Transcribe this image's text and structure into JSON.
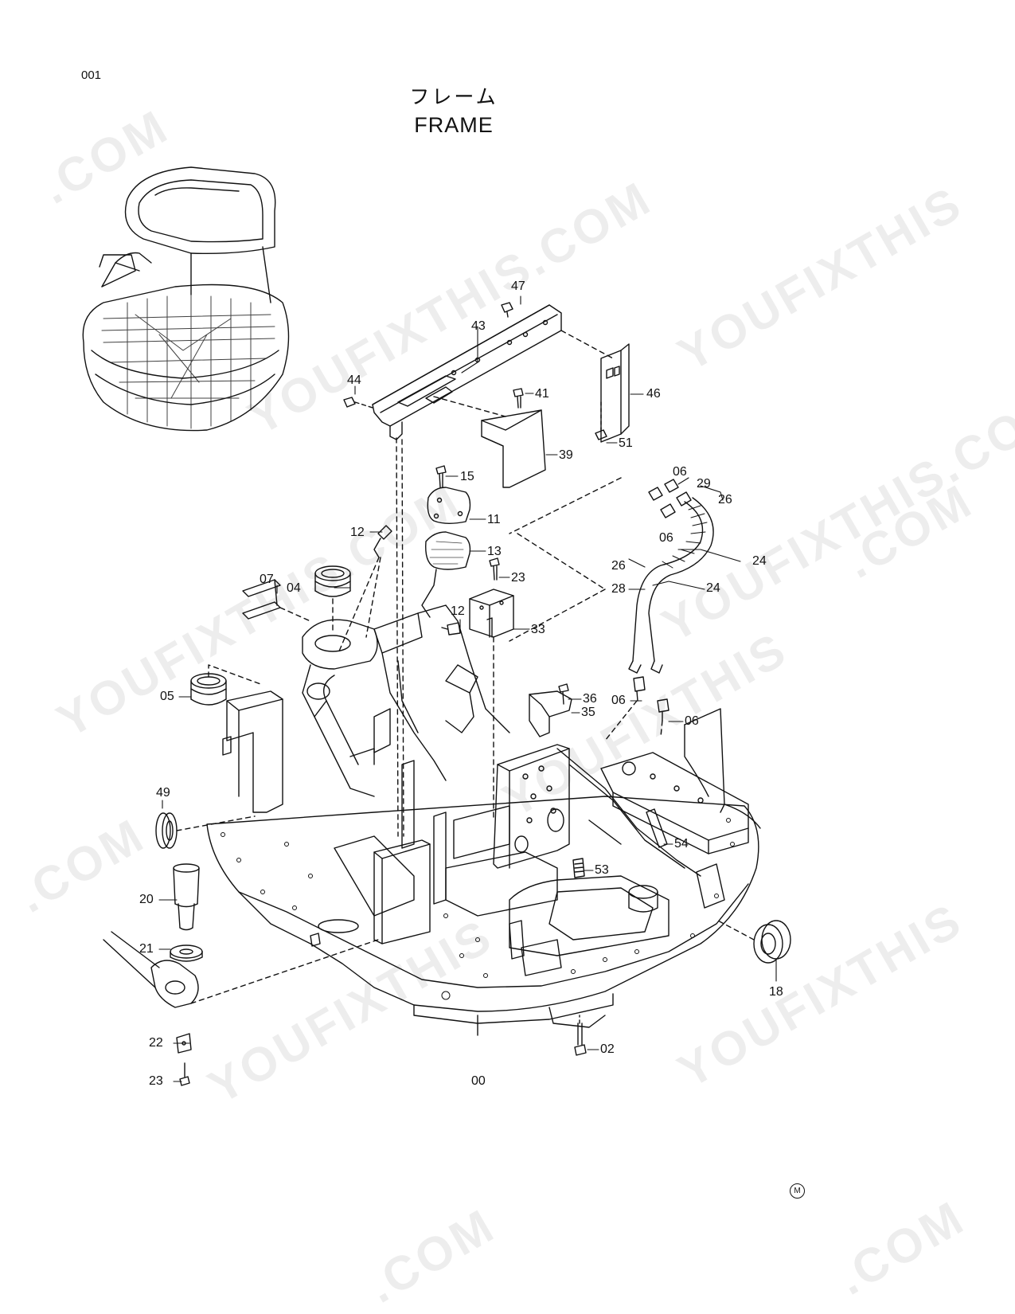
{
  "page_number": "001",
  "title_jp": "フレーム",
  "title_en": "FRAME",
  "mark": "M",
  "watermarks": [
    ".COM",
    "YOUFIXTHIS.COM",
    "YOUFIXTHIS",
    "YOUFIXTHIS.COM",
    "YOUFIXTHIS.COM",
    "YOUFIXTHIS",
    "YOUFIXTHIS",
    "YOUFIXTHIS",
    ".COM",
    ".COM",
    ".COM",
    ".COM"
  ],
  "callouts": {
    "p47": "47",
    "p43": "43",
    "p44": "44",
    "p41": "41",
    "p46": "46",
    "p51": "51",
    "p39": "39",
    "p15": "15",
    "p11": "11",
    "p12a": "12",
    "p13": "13",
    "p23a": "23",
    "p07": "07",
    "p04": "04",
    "p12b": "12",
    "p33": "33",
    "p06a": "06",
    "p29": "29",
    "p26a": "26",
    "p06b": "06",
    "p24a": "24",
    "p26b": "26",
    "p28": "28",
    "p24b": "24",
    "p36": "36",
    "p06c": "06",
    "p35": "35",
    "p06d": "06",
    "p05": "05",
    "p49": "49",
    "p54": "54",
    "p53": "53",
    "p20": "20",
    "p21": "21",
    "p18": "18",
    "p22": "22",
    "p23b": "23",
    "p02": "02",
    "p00": "00"
  }
}
